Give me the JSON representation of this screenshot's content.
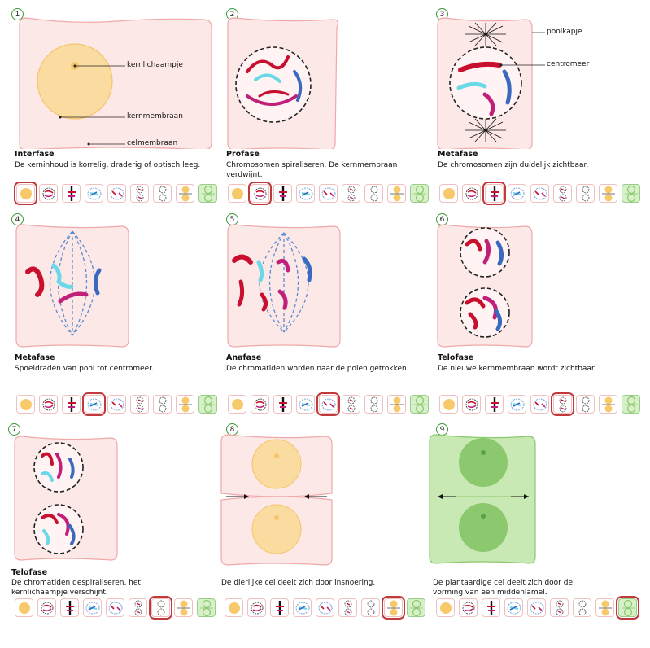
{
  "panels": [
    {
      "number": "1",
      "title": "Interfase",
      "desc": "De kerninhoud is korrelig, draderig of optisch leeg.",
      "labels": [
        "kernlichaampje",
        "kernmembraan",
        "celmembraan"
      ],
      "selected": 0
    },
    {
      "number": "2",
      "title": "Profase",
      "desc": "Chromosomen spiraliseren. De kernmembraan verdwijnt.",
      "selected": 1
    },
    {
      "number": "3",
      "title": "Metafase",
      "desc": "De chromosomen zijn duidelijk zichtbaar.",
      "labels": [
        "poolkapje",
        "centromeer"
      ],
      "selected": 2
    },
    {
      "number": "4",
      "title": "Metafase",
      "desc": "Spoeldraden van pool tot centromeer.",
      "selected": 3
    },
    {
      "number": "5",
      "title": "Anafase",
      "desc": "De chromatiden worden naar de polen getrokken.",
      "selected": 4
    },
    {
      "number": "6",
      "title": "Telofase",
      "desc": "De nieuwe kernmembraan wordt zichtbaar.",
      "selected": 5
    },
    {
      "number": "7",
      "title": "Telofase",
      "desc": "De chromatiden despiraliseren, het kernlichaampje verschijnt.",
      "selected": 6
    },
    {
      "number": "8",
      "title": "",
      "desc": "De dierlijke cel deelt zich door insnoering.",
      "selected": 7
    },
    {
      "number": "9",
      "title": "",
      "desc": "De plantaardige cel deelt zich door de vorming van een middenlamel.",
      "selected": 8
    }
  ],
  "colors": {
    "cell_border": "#f0a8a8",
    "cell_fill": "#fde8e8",
    "nucleus": "#f7c96a",
    "plant": "#8cc86e",
    "selected": "#c0393b",
    "red": "#c8102e",
    "magenta": "#c0207a",
    "blue": "#3a6ac0",
    "cyan": "#6ad8e8",
    "spindle": "#5a8cd0"
  }
}
